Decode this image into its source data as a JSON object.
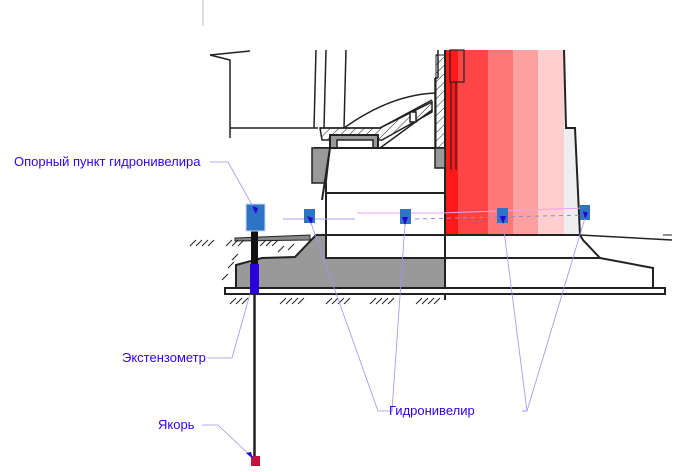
{
  "diagram": {
    "labels": {
      "reference_point": "Опорный пункт гидронивелира",
      "extensometer": "Экстензометр",
      "anchor": "Якорь",
      "hydrolevel": "Гидронивелир"
    },
    "colors": {
      "label_text": "#3300ee",
      "leader_line": "#9b95f0",
      "sensor_fill": "#2e74c4",
      "extensometer_fill": "#2a00d8",
      "anchor_fill": "#c4143c",
      "foundation_fill": "#999999",
      "heat_gradient": [
        "#ff1a1a",
        "#ff4646",
        "#ff7777",
        "#ffa0a0",
        "#ffcfcf",
        "#eeeeee"
      ]
    },
    "sensors": [
      {
        "name": "reference-point"
      },
      {
        "name": "hydrolevel-1"
      },
      {
        "name": "hydrolevel-2"
      },
      {
        "name": "hydrolevel-3"
      },
      {
        "name": "hydrolevel-4"
      }
    ]
  }
}
